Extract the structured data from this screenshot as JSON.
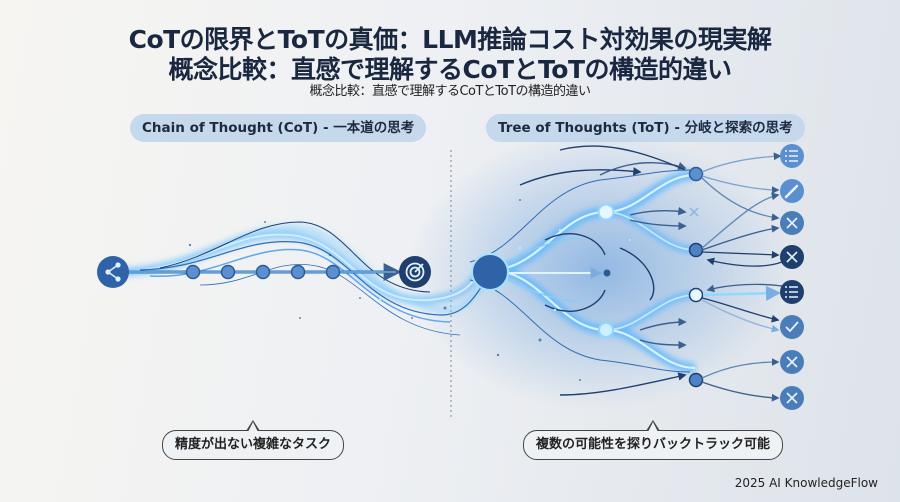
{
  "header": {
    "title_line1": "CoTの限界とToTの真価：LLM推論コスト対効果の現実解",
    "title_line2": "概念比較：直感で理解するCoTとToTの構造的違い",
    "subtitle": "概念比較：直感で理解するCoTとToTの構造的違い"
  },
  "cot": {
    "label": "Chain of Thought (CoT) - 一本道の思考",
    "start_icon": "share-nodes-icon",
    "steps": 5,
    "goal_icon": "target-icon",
    "caption": "精度が出ない複雑なタスク"
  },
  "tot": {
    "label": "Tree of Thoughts (ToT) - 分岐と探索の思考",
    "root_icon": "circle-node",
    "outcomes": [
      {
        "icon": "list-icon",
        "style": "light"
      },
      {
        "icon": "pencil-icon",
        "style": "light"
      },
      {
        "icon": "close-icon",
        "style": "medium"
      },
      {
        "icon": "close-icon",
        "style": "dark"
      },
      {
        "icon": "list-icon",
        "style": "dark"
      },
      {
        "icon": "check-icon",
        "style": "medium"
      },
      {
        "icon": "close-icon",
        "style": "medium"
      },
      {
        "icon": "close-icon",
        "style": "medium"
      }
    ],
    "caption": "複数の可能性を探りバックトラック可能"
  },
  "colors": {
    "accent": "#2f6db5",
    "dark_node": "#1f3f6e",
    "glow": "#7fd0ff",
    "pill_bg": "#c6d8ec"
  },
  "footer": {
    "credit": "2025 AI KnowledgeFlow"
  }
}
